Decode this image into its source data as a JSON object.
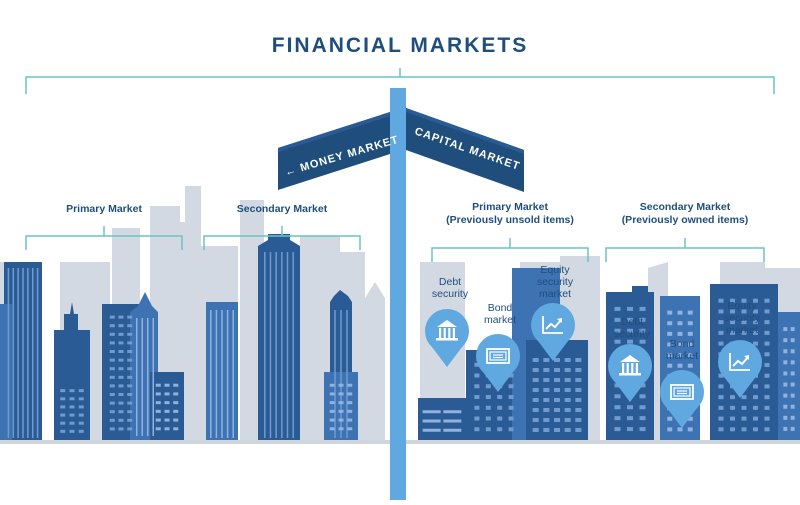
{
  "title": "FINANCIAL MARKETS",
  "signs": {
    "left": "← MONEY MARKET",
    "right": "CAPITAL MARKET →"
  },
  "money_market": {
    "primary_label": "Primary Market",
    "secondary_label": "Secondary Market"
  },
  "capital_market": {
    "primary_label_line1": "Primary Market",
    "primary_label_line2": "(Previously unsold items)",
    "secondary_label_line1": "Secondary Market",
    "secondary_label_line2": "(Previously owned items)",
    "primary_pins": [
      {
        "line1": "Debt",
        "line2": "security",
        "line3": "",
        "icon": "bank-icon"
      },
      {
        "line1": "Bond",
        "line2": "market",
        "line3": "",
        "icon": "bond-certificate-icon"
      },
      {
        "line1": "Equity",
        "line2": "security",
        "line3": "market",
        "icon": "chart-up-icon"
      }
    ],
    "secondary_pins": [
      {
        "line1": "Debt",
        "line2": "security",
        "line3": "",
        "icon": "bank-icon"
      },
      {
        "line1": "Bond",
        "line2": "market",
        "line3": "",
        "icon": "bond-certificate-icon"
      },
      {
        "line1": "Equity",
        "line2": "security",
        "line3": "market",
        "icon": "chart-up-icon"
      }
    ]
  },
  "colors": {
    "navy": "#1f4e7d",
    "building_dark": "#2b5b94",
    "building_mid": "#3d72b3",
    "building_light": "#d3d9e2",
    "teal_bracket": "#6cc3c3",
    "pole": "#5fa8e0",
    "pin": "#5fa8e0"
  }
}
